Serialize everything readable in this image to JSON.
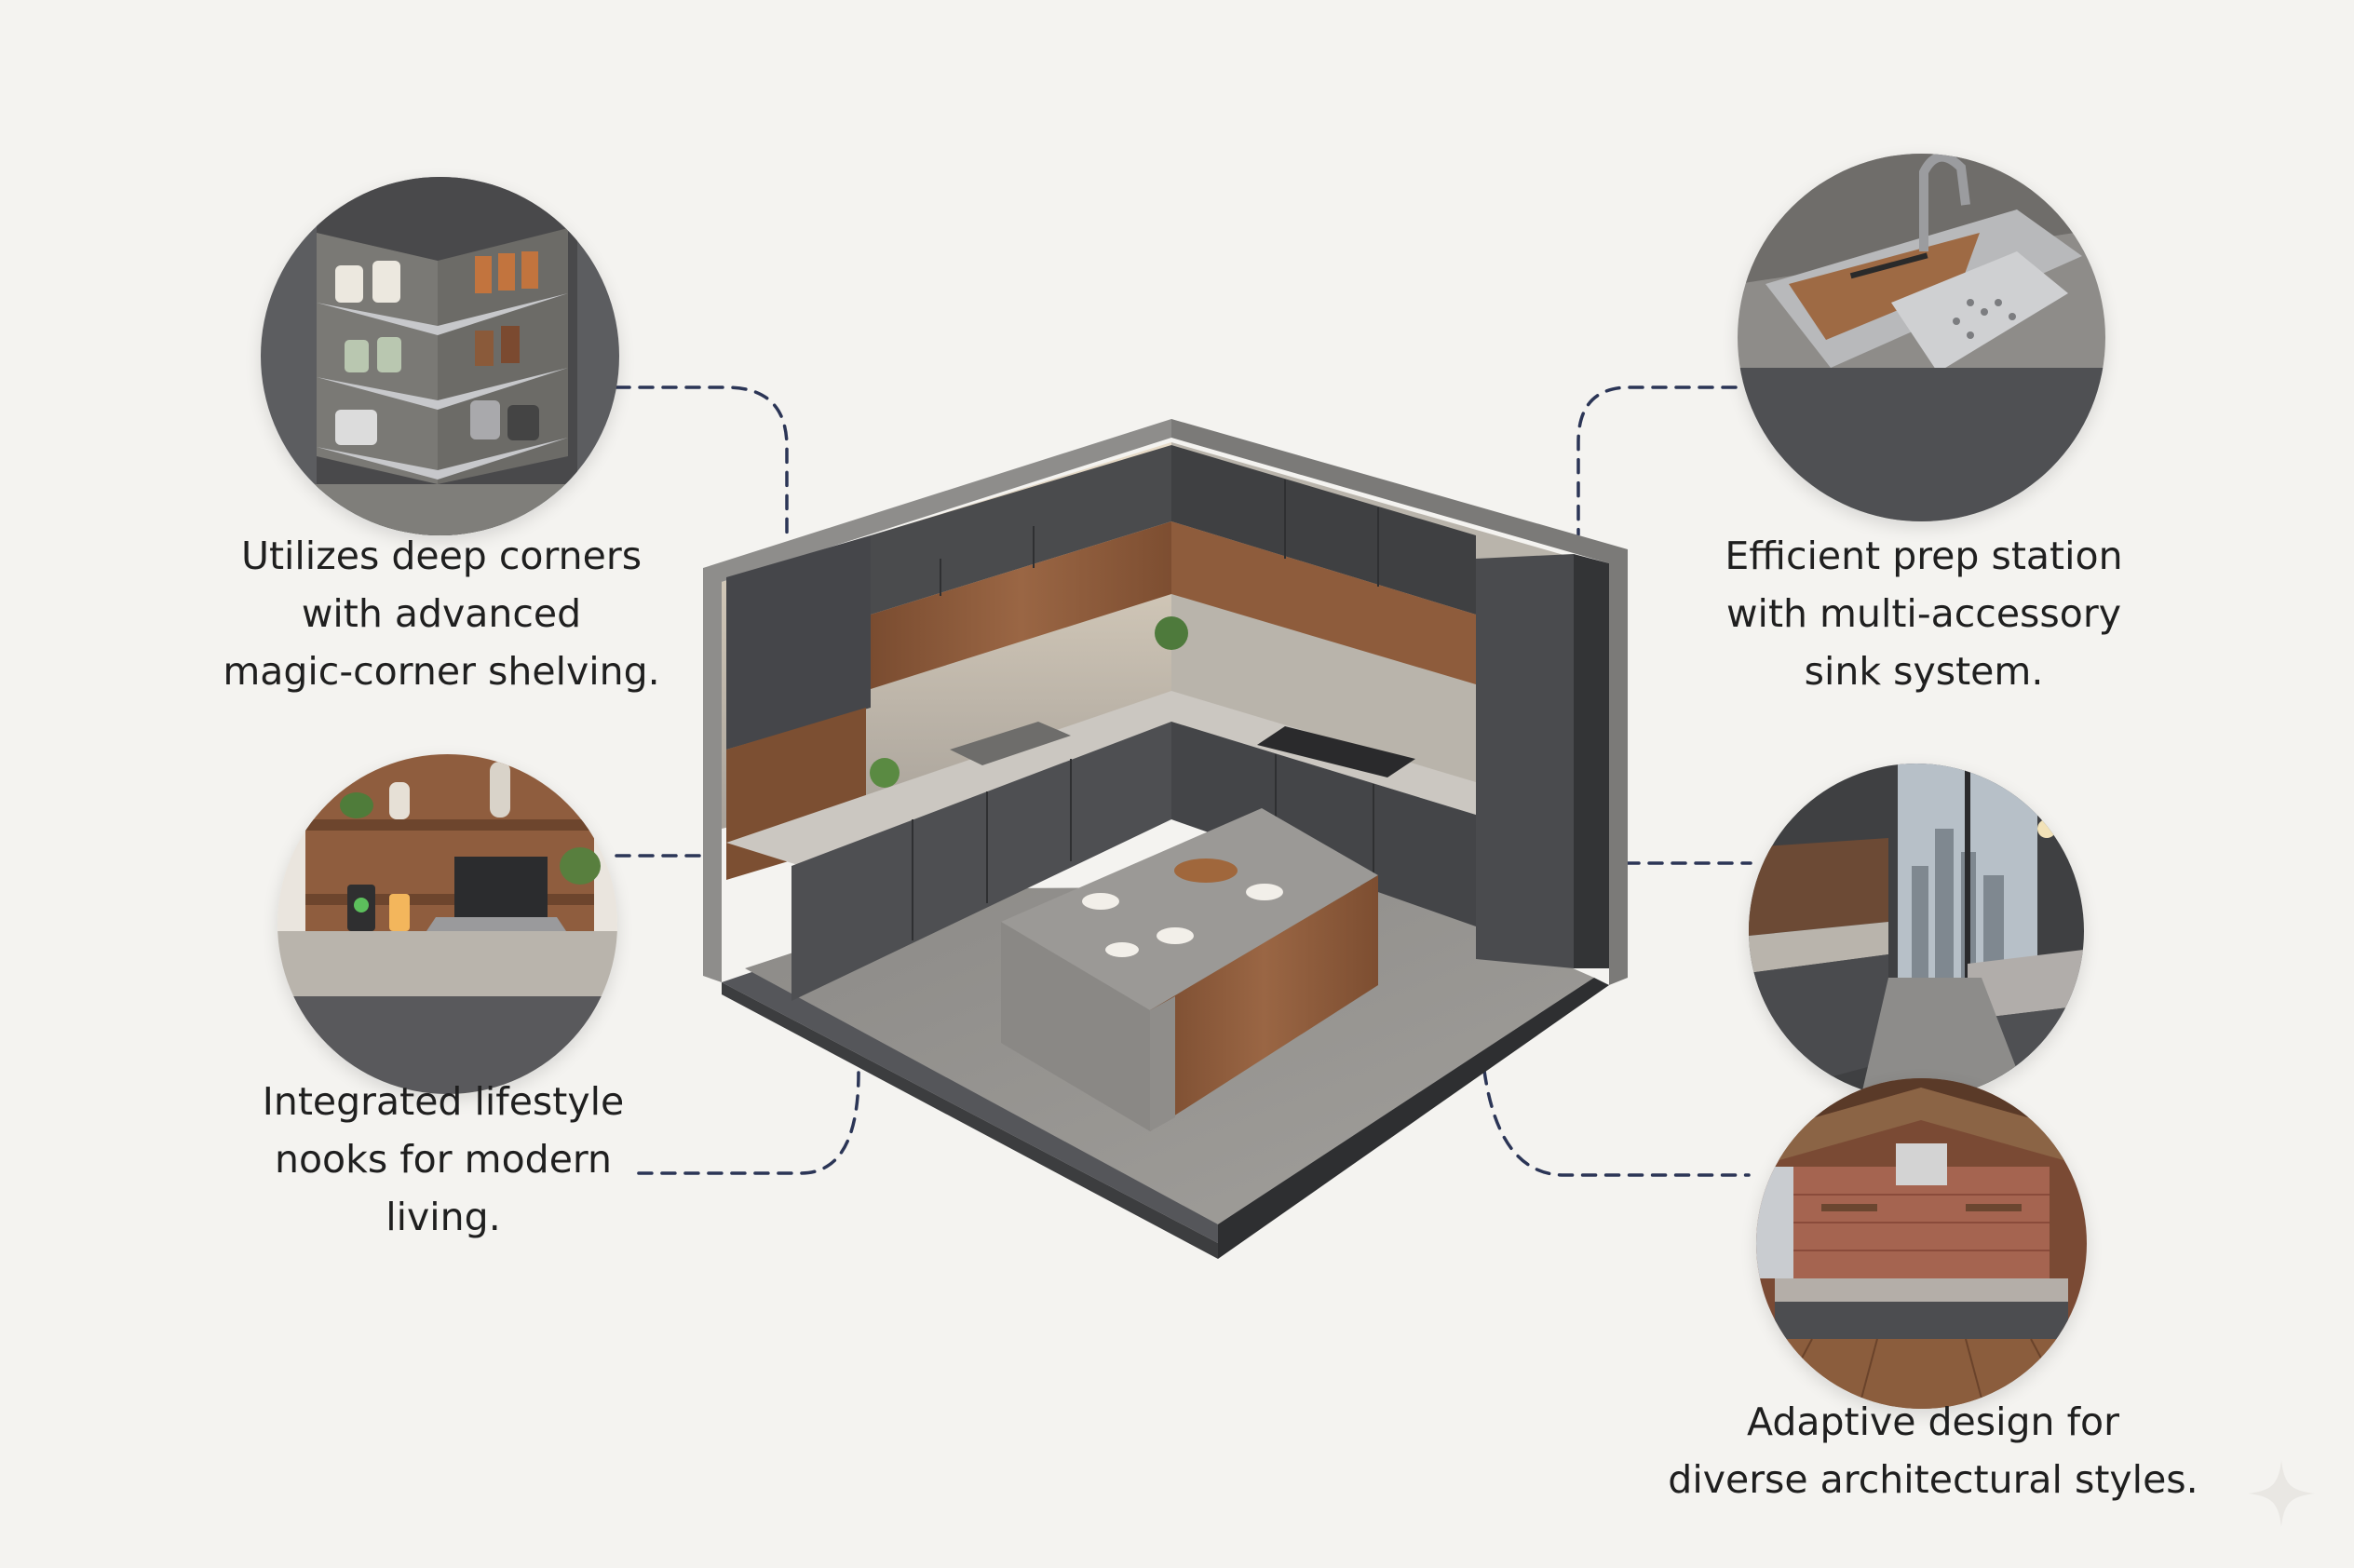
{
  "features": [
    {
      "id": "corner-shelving",
      "lines": [
        "Utilizes deep corners",
        "with advanced",
        "magic-corner shelving."
      ]
    },
    {
      "id": "lifestyle-nooks",
      "lines": [
        "Integrated lifestyle",
        "nooks for modern",
        "living."
      ]
    },
    {
      "id": "prep-station",
      "lines": [
        "Efficient prep station",
        "with multi-accessory",
        "sink system."
      ]
    },
    {
      "id": "adaptive-design",
      "lines": [
        "Adaptive design for",
        "diverse architectural styles."
      ]
    }
  ],
  "colors": {
    "background": "#f4f3f0",
    "cabinet": "#4a4b4d",
    "wood": "#8a5a3b",
    "concrete": "#9a9895",
    "connector": "#2b3556",
    "text": "#1f1f1f"
  }
}
